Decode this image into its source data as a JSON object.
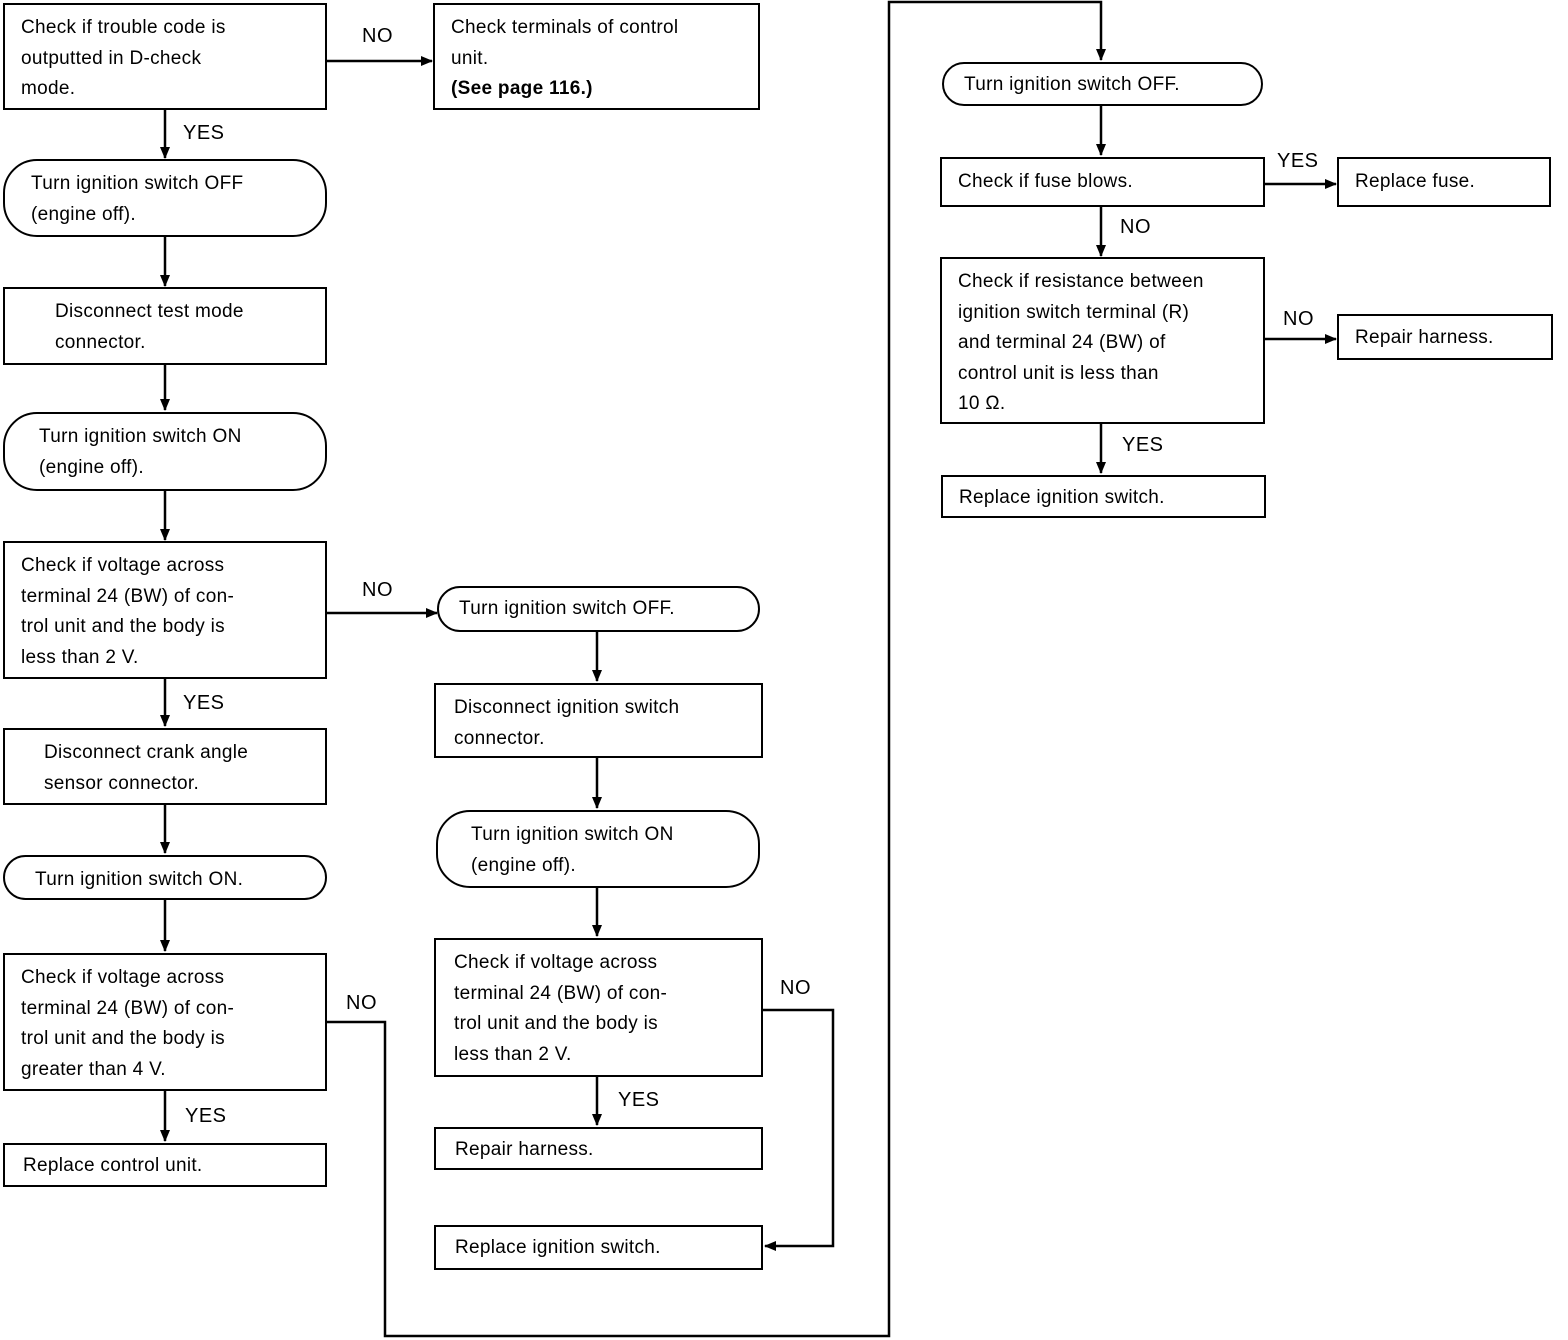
{
  "nodes": {
    "n1": "Check if trouble code is\noutputted in D-check\nmode.",
    "n2": "Check terminals of control\nunit.",
    "n2_ref": "(See page 116.)",
    "n3": "Turn ignition switch OFF\n(engine off).",
    "n4": "Disconnect test mode\nconnector.",
    "n5": "Turn ignition switch ON\n(engine off).",
    "n6": "Check if voltage across\nterminal 24 (BW) of con-\ntrol unit and the body is\nless than 2 V.",
    "n7": "Disconnect crank angle\nsensor connector.",
    "n8": "Turn ignition switch ON.",
    "n9": "Check if voltage across\nterminal 24 (BW) of con-\ntrol unit and the body is\ngreater than 4 V.",
    "n10": "Replace control unit.",
    "n11": "Turn ignition switch OFF.",
    "n12": "Disconnect ignition switch\nconnector.",
    "n13": "Turn ignition switch ON\n(engine off).",
    "n14": "Check if voltage across\nterminal 24 (BW) of con-\ntrol unit and the body is\nless than 2 V.",
    "n15": "Repair harness.",
    "n16": "Replace ignition switch.",
    "n17": "Turn ignition switch OFF.",
    "n18": "Check if fuse blows.",
    "n19": "Replace fuse.",
    "n20": "Check if resistance between\nignition switch terminal (R)\nand terminal 24 (BW) of\ncontrol unit is less than\n10 Ω.",
    "n21": "Repair harness.",
    "n22": "Replace ignition switch."
  },
  "labels": {
    "yes": "YES",
    "no": "NO"
  }
}
